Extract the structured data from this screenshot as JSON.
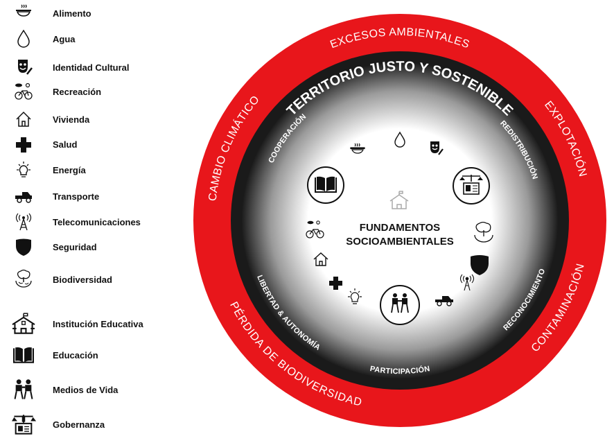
{
  "legend": {
    "items": [
      {
        "label": "Alimento",
        "icon": "food-bowl-icon"
      },
      {
        "label": "Agua",
        "icon": "water-drop-icon"
      },
      {
        "label": "Identidad Cultural",
        "icon": "theater-mask-icon"
      },
      {
        "label": "Recreación",
        "icon": "bicycle-icon"
      },
      {
        "label": "Vivienda",
        "icon": "house-icon"
      },
      {
        "label": "Salud",
        "icon": "health-cross-icon"
      },
      {
        "label": "Energía",
        "icon": "light-bulb-icon"
      },
      {
        "label": "Transporte",
        "icon": "truck-icon"
      },
      {
        "label": "Telecomunicaciones",
        "icon": "antenna-icon"
      },
      {
        "label": "Seguridad",
        "icon": "shield-icon"
      },
      {
        "label": "Biodiversidad",
        "icon": "tree-globe-icon"
      },
      {
        "label": "Institución Educativa",
        "icon": "school-building-icon"
      },
      {
        "label": "Educación",
        "icon": "open-book-icon"
      },
      {
        "label": "Medios de Vida",
        "icon": "people-icon"
      },
      {
        "label": "Gobernanza",
        "icon": "scales-icon"
      }
    ]
  },
  "diagram": {
    "outer_ring": {
      "color": "#e8161b",
      "labels": [
        "EXCESOS AMBIENTALES",
        "EXPLOTACIÓN",
        "CONTAMINACIÓN",
        "PÉRDIDA DE BIODIVERSIDAD",
        "CAMBIO CLIMÁTICO"
      ]
    },
    "inner_ring": {
      "color": "#1a1a1a",
      "title": "TERRITORIO JUSTO Y SOSTENIBLE",
      "labels": [
        "REDISTRIBUCIÓN",
        "RECONOCIMIENTO",
        "PARTICIPACIÓN",
        "LIBERTAD & AUTONOMÍA",
        "COOPERACIÓN"
      ]
    },
    "center": {
      "line1": "FUNDAMENTOS",
      "line2": "SOCIOAMBIENTALES"
    },
    "icons": [
      "food-bowl-icon",
      "water-drop-icon",
      "theater-mask-icon",
      "scales-icon",
      "tree-globe-icon",
      "shield-icon",
      "antenna-icon",
      "truck-icon",
      "people-icon",
      "light-bulb-icon",
      "health-cross-icon",
      "house-icon",
      "bicycle-icon",
      "open-book-icon",
      "school-building-icon"
    ]
  }
}
